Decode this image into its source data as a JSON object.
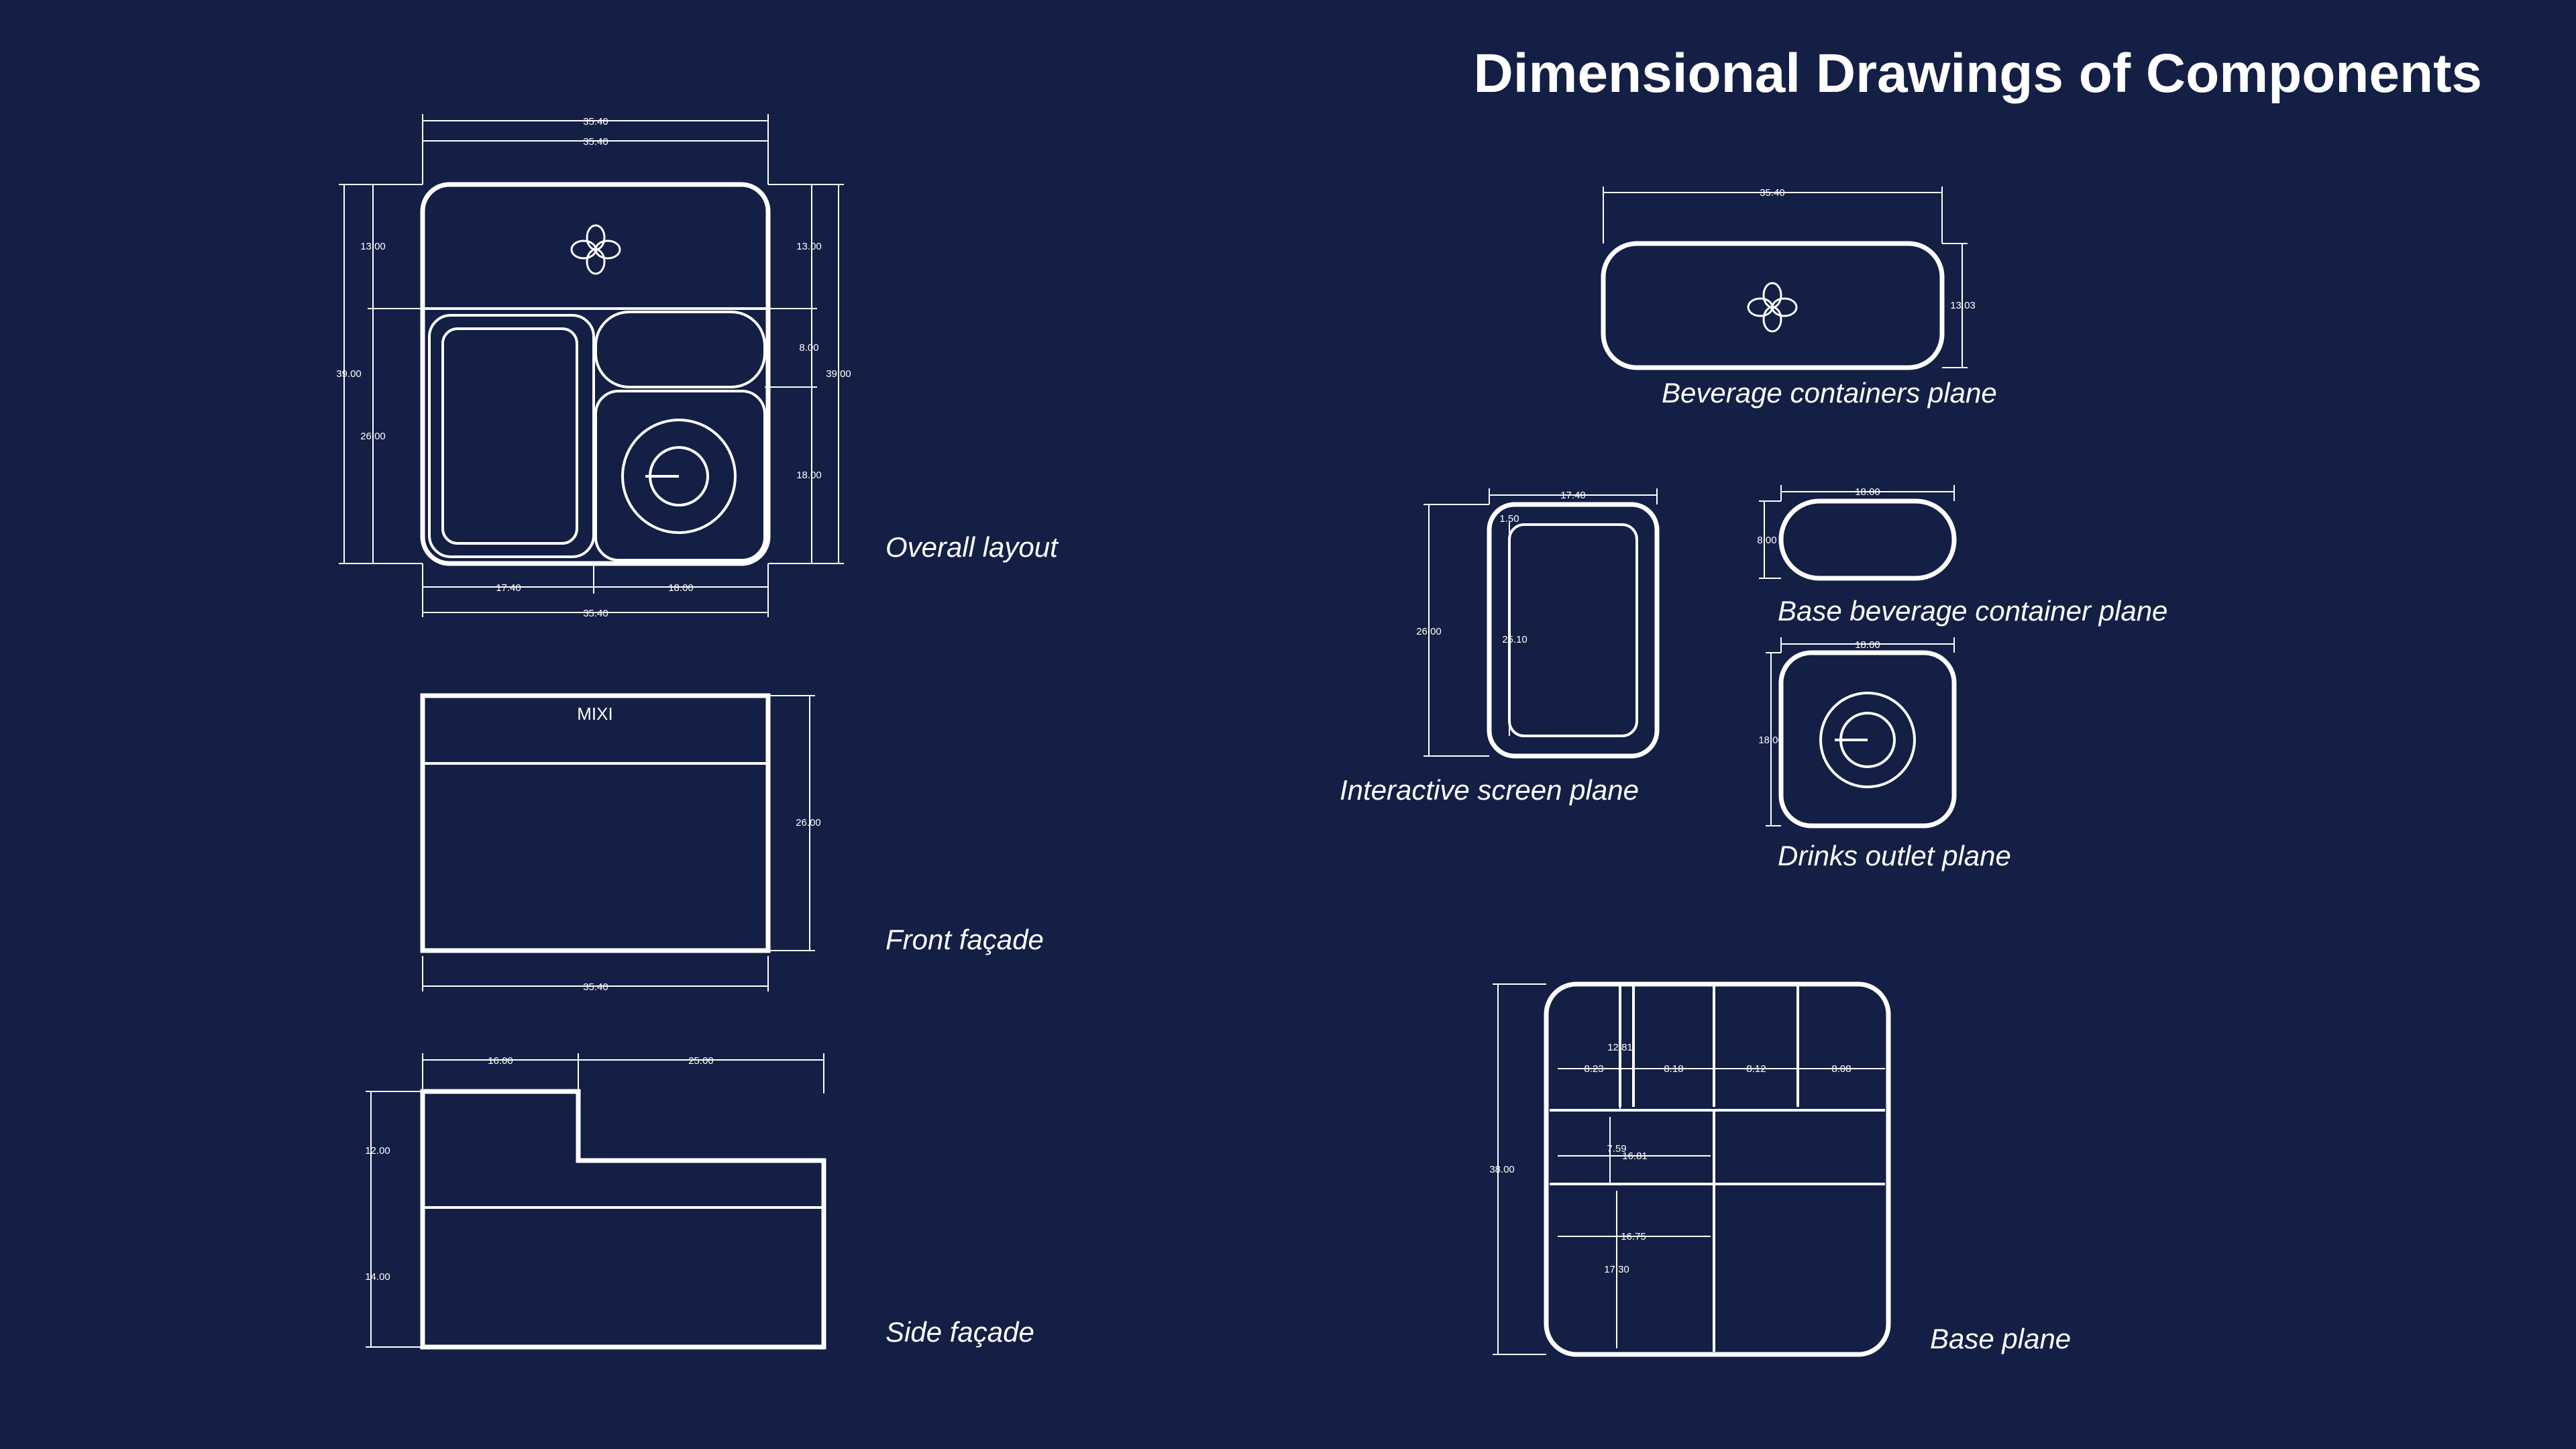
{
  "title": "Dimensional Drawings of Components",
  "brand": "MIXI",
  "colors": {
    "background": "#131f44",
    "line": "#ffffff"
  },
  "icons": {
    "logo": "four-petal-flower-icon",
    "outlet": "circle-dial-icon"
  },
  "captions": {
    "overall_layout": "Overall layout",
    "front_facade": "Front façade",
    "side_facade": "Side façade",
    "beverage_containers_plane": "Beverage containers plane",
    "interactive_screen_plane": "Interactive screen plane",
    "base_beverage_container_plane": "Base beverage container plane",
    "drinks_outlet_plane": "Drinks outlet plane",
    "base_plane": "Base plane"
  },
  "dims": {
    "overall": {
      "top_outer": "35.40",
      "top_inner": "35.40",
      "left_total": "39.00",
      "left_top": "13.00",
      "left_bottom": "26.00",
      "right_total": "39.00",
      "right_top": "13.00",
      "right_mid": "8.00",
      "right_bottom": "18.00",
      "bottom_left": "17.40",
      "bottom_right": "18.00",
      "bottom_total": "35.40"
    },
    "front": {
      "height": "26.00",
      "width": "35.40"
    },
    "side": {
      "top_left": "16.00",
      "top_right": "25.00",
      "left_upper": "12.00",
      "left_lower": "14.00"
    },
    "beverage": {
      "width": "35.40",
      "height": "13.03"
    },
    "screen": {
      "width": "17.40",
      "height": "26.00",
      "corner": "1.50",
      "inner": "25.10"
    },
    "base_container": {
      "width": "18.00",
      "height": "8.00"
    },
    "outlet": {
      "width": "18.00",
      "height": "18.00"
    },
    "base": {
      "height": "38.00",
      "row1": [
        "8.23",
        "8.18",
        "8.12",
        "8.08"
      ],
      "r1": "12.81",
      "r2": "7.59",
      "r3": "16.81",
      "r4": "16.75",
      "r5": "17.30"
    }
  }
}
